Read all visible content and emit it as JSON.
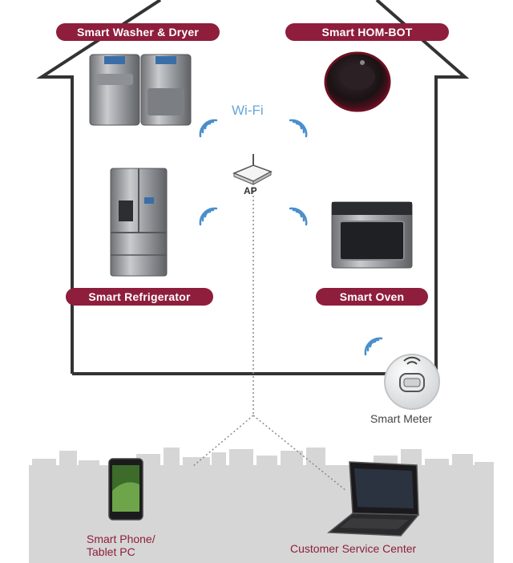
{
  "house": {
    "devices": {
      "washer_dryer": "Smart Washer & Dryer",
      "hombot": "Smart HOM-BOT",
      "refrigerator": "Smart Refrigerator",
      "oven": "Smart Oven",
      "meter": "Smart Meter"
    },
    "wifi_label": "Wi-Fi",
    "ap_label": "AP"
  },
  "outside": {
    "phone_line1": "Smart Phone/",
    "phone_line2": "Tablet PC",
    "service_center": "Customer Service Center"
  },
  "colors": {
    "label_bg": "#8e1e3c",
    "wifi": "#4a8fcc",
    "house_outline": "#333333",
    "city": "#d6d6d6"
  }
}
